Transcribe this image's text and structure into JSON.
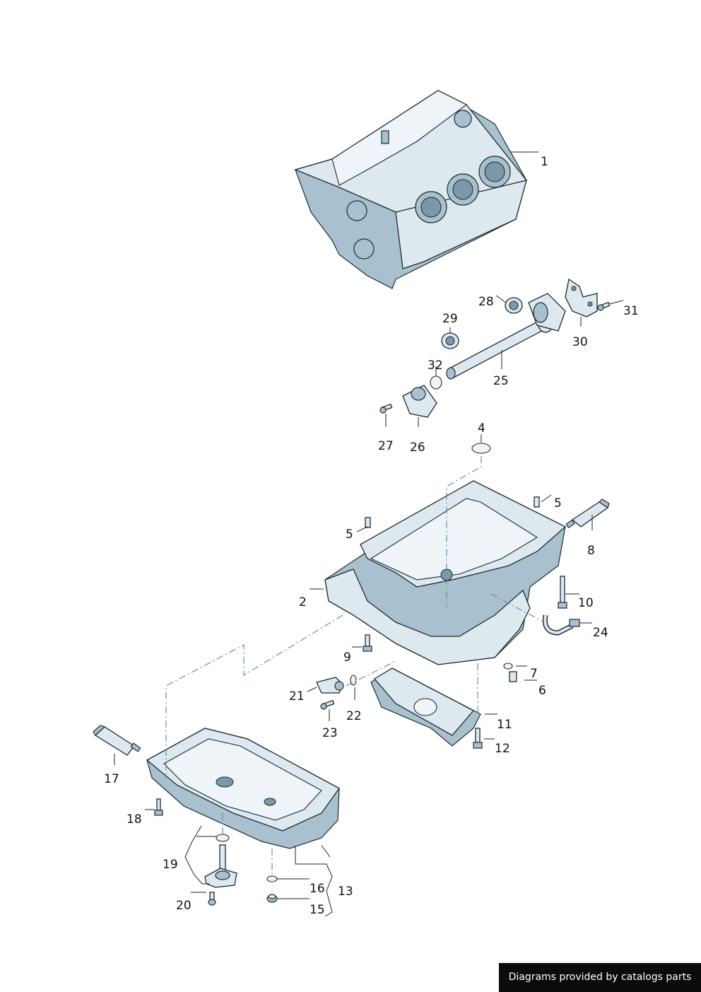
{
  "credit": "Diagrams provided by catalogs parts",
  "callouts": [
    "1",
    "2",
    "4",
    "5",
    "5",
    "6",
    "7",
    "8",
    "9",
    "10",
    "11",
    "12",
    "13",
    "15",
    "16",
    "17",
    "18",
    "19",
    "20",
    "21",
    "22",
    "23",
    "24",
    "25",
    "26",
    "27",
    "28",
    "29",
    "30",
    "31",
    "32"
  ],
  "colors": {
    "part_fill": "#dde8ef",
    "part_shadow": "#a9c1cf",
    "outline": "#1d2a33",
    "centerline": "#6a8fa4"
  }
}
